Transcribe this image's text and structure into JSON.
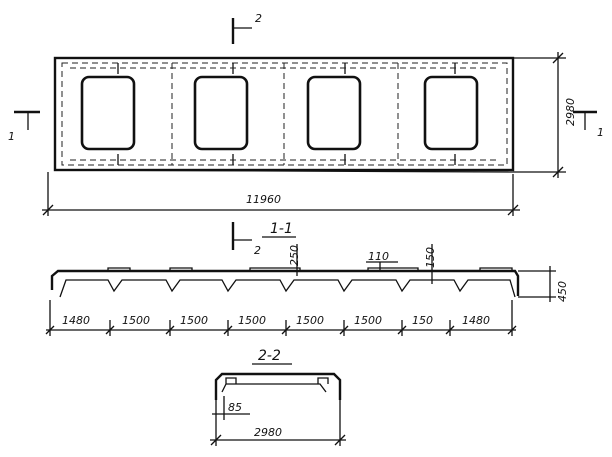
{
  "plan": {
    "length_label": "11960",
    "width_label": "2980",
    "cut_1_left": "1",
    "cut_1_right": "1",
    "cut_2_top": "2",
    "cut_2_bottom": "2"
  },
  "section_1_1": {
    "title": "1-1",
    "callouts": [
      "250",
      "110",
      "150"
    ],
    "height_label": "450",
    "spacing": [
      "1480",
      "1500",
      "1500",
      "1500",
      "1500",
      "1500",
      "150",
      "1480"
    ]
  },
  "section_2_2": {
    "title": "2-2",
    "rib_label": "85",
    "width_label": "2980"
  }
}
